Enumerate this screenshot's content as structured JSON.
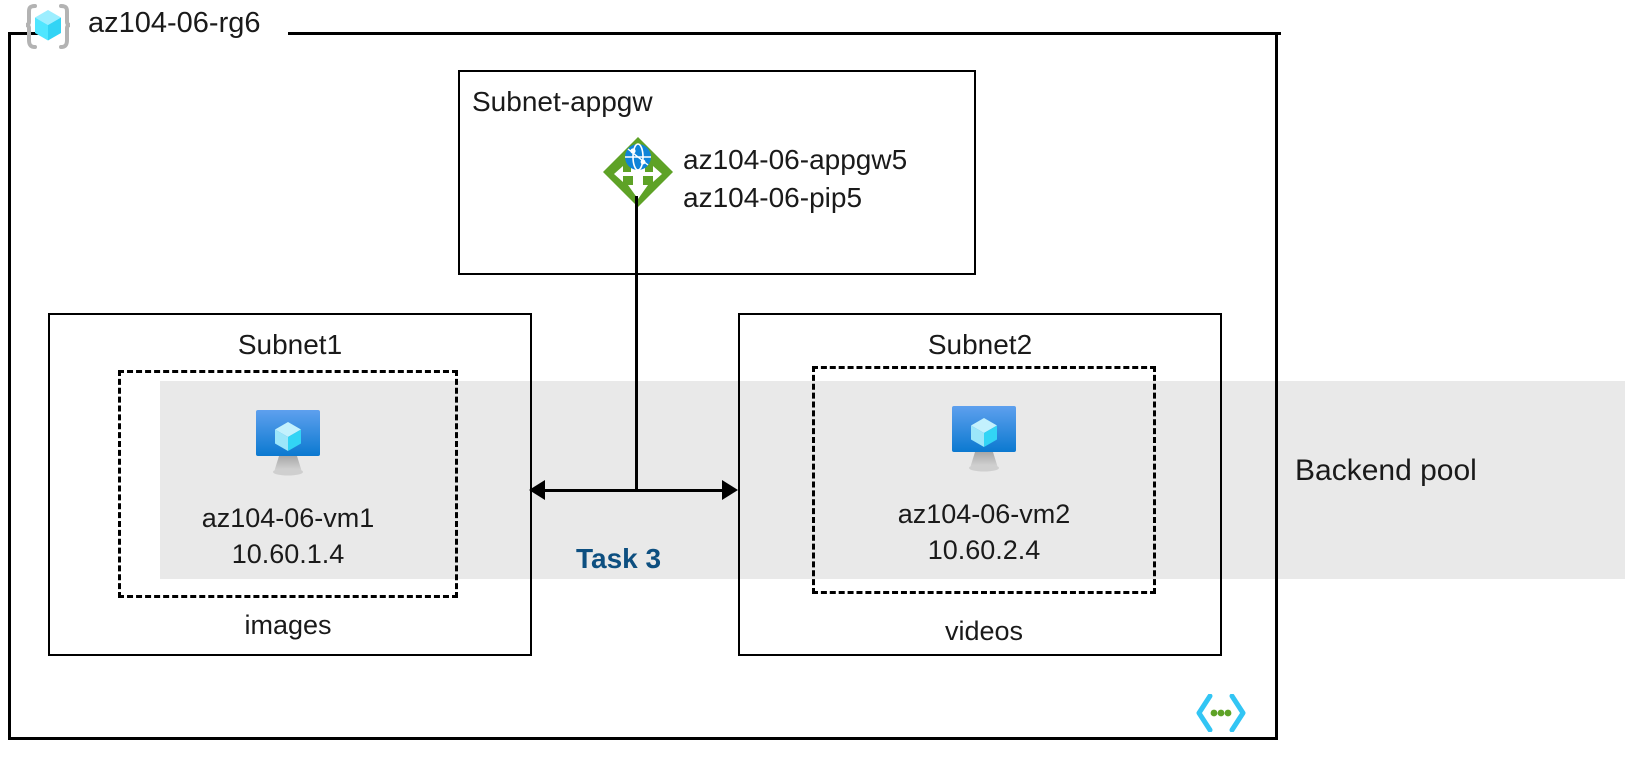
{
  "diagram": {
    "resource_group": {
      "name": "az104-06-rg6",
      "icon": "resource-group-cube-icon"
    },
    "backend_pool": {
      "label": "Backend pool",
      "band_color": "#e9e9e9"
    },
    "subnet_appgw": {
      "title": "Subnet-appgw",
      "gateway_icon": "application-gateway-icon",
      "resources": [
        "az104-06-appgw5",
        "az104-06-pip5"
      ],
      "resources_line1": "az104-06-appgw5",
      "resources_line2": "az104-06-pip5"
    },
    "subnet1": {
      "title": "Subnet1",
      "vm_icon": "virtual-machine-icon",
      "vm_name": "az104-06-vm1",
      "vm_ip": "10.60.1.4",
      "tier_label": "images"
    },
    "subnet2": {
      "title": "Subnet2",
      "vm_icon": "virtual-machine-icon",
      "vm_name": "az104-06-vm2",
      "vm_ip": "10.60.2.4",
      "tier_label": "videos"
    },
    "connector": {
      "task_label": "Task 3",
      "task_label_color": "#0d4f80",
      "arrow_type": "bidirectional"
    },
    "code_icon": "code-snippet-icon",
    "colors": {
      "border": "#000000",
      "text": "#1a1a1a",
      "band": "#e9e9e9",
      "gateway_green": "#5ea226",
      "gateway_globe_blue": "#0f84d8",
      "vm_blue": "#0f7fd4",
      "cube_cyan": "#50e6ff",
      "task_navy": "#0d4f80"
    }
  }
}
